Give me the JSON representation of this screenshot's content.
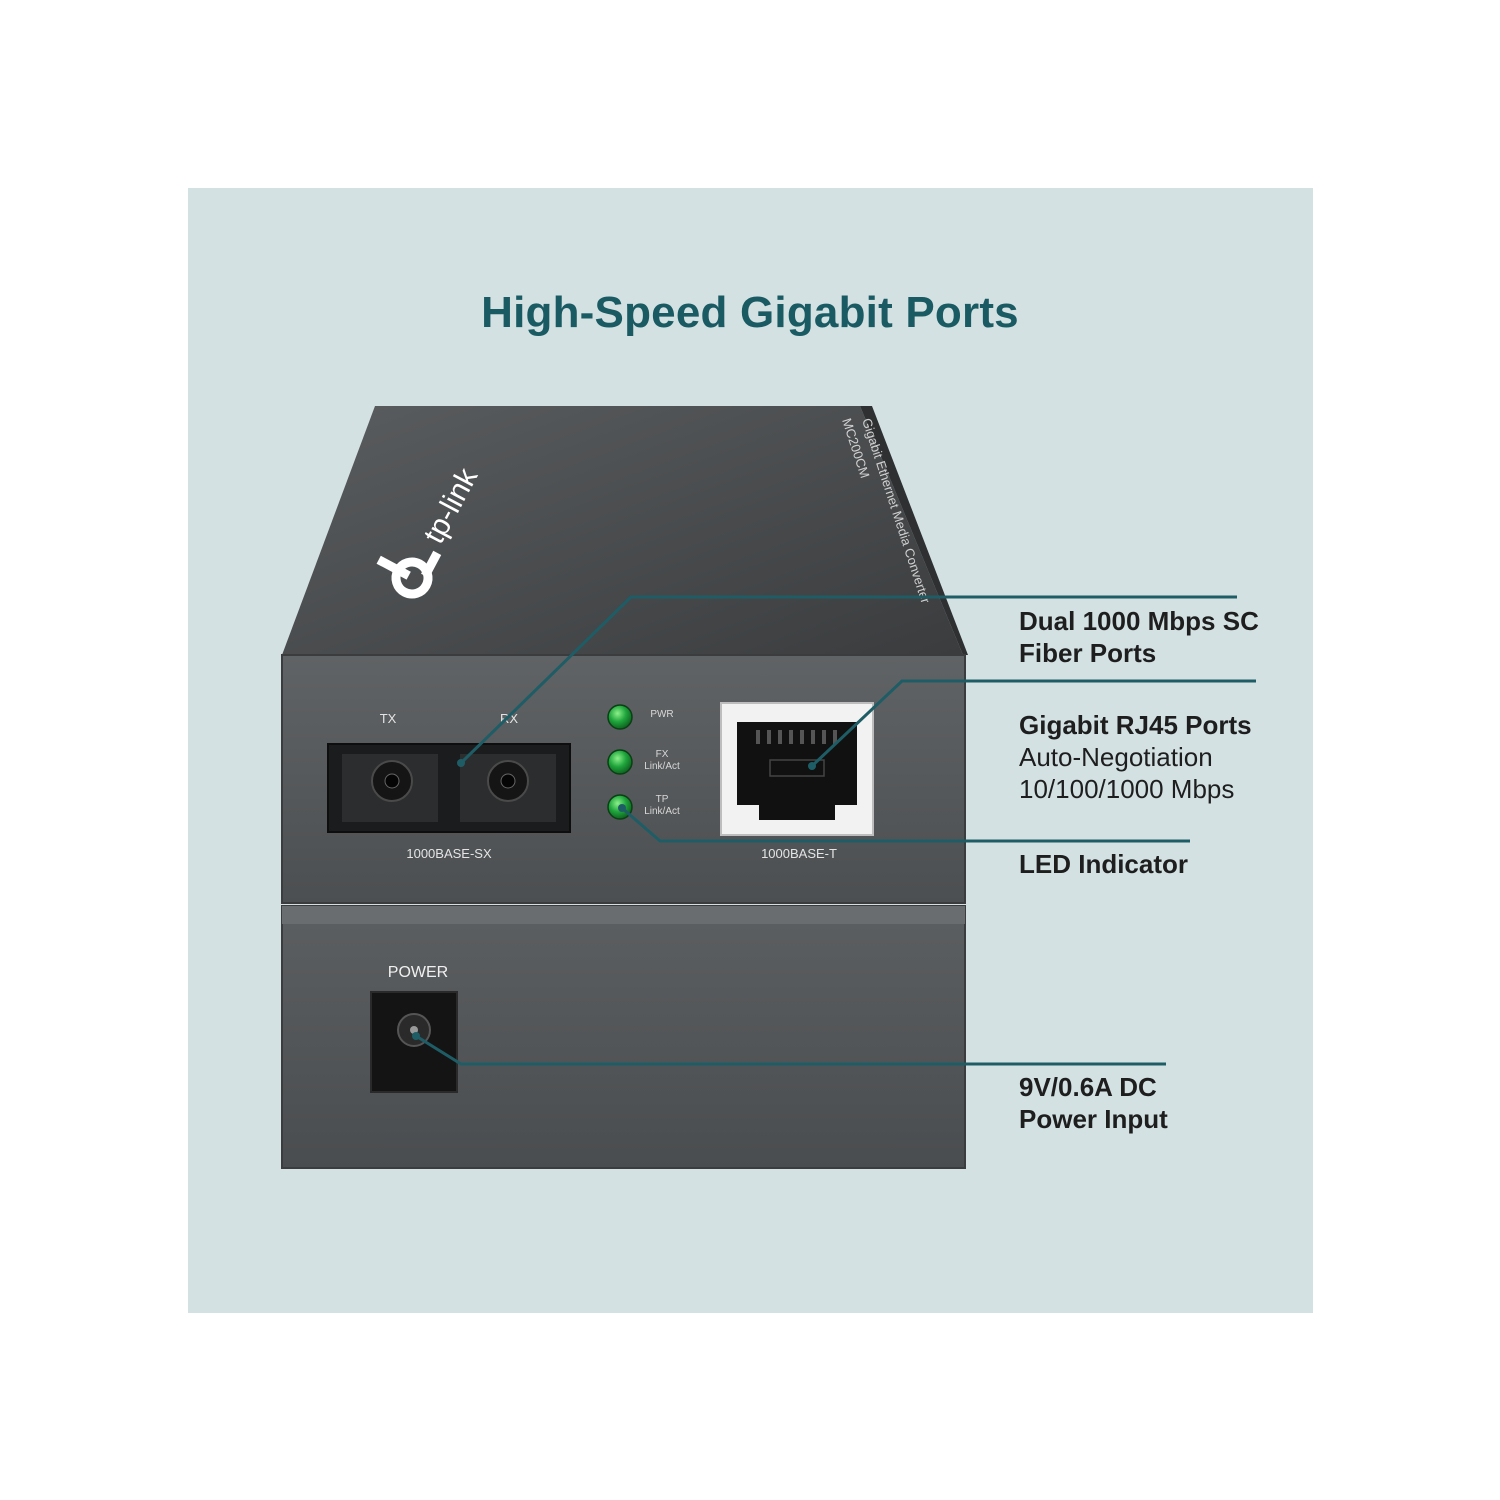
{
  "title": "High-Speed Gigabit Ports",
  "brand": {
    "logo_text": "tp-link",
    "model_text": "MC200CM",
    "product_text": "Gigabit Ethernet Media Converter"
  },
  "callouts": [
    {
      "heading_lines": [
        "Dual 1000 Mbps SC",
        "Fiber Ports"
      ],
      "sub_lines": []
    },
    {
      "heading_lines": [
        "Gigabit RJ45 Ports"
      ],
      "sub_lines": [
        "Auto-Negotiation",
        "10/100/1000 Mbps"
      ]
    },
    {
      "heading_lines": [
        "LED Indicator"
      ],
      "sub_lines": []
    },
    {
      "heading_lines": [
        "9V/0.6A DC",
        "Power Input"
      ],
      "sub_lines": []
    }
  ],
  "front_panel": {
    "tx_label": "TX",
    "rx_label": "RX",
    "fiber_port_label": "1000BASE-SX",
    "rj45_port_label": "1000BASE-T",
    "leds": [
      {
        "line1": "PWR",
        "line2": ""
      },
      {
        "line1": "FX",
        "line2": "Link/Act"
      },
      {
        "line1": "TP",
        "line2": "Link/Act"
      }
    ]
  },
  "rear": {
    "power_label": "POWER"
  },
  "colors": {
    "panel_background": "#d3e1e3",
    "title": "#1a5a63",
    "leader_line": "#1f5d66",
    "device_body": "#4a4d4f",
    "led_green": "#1fa53c"
  }
}
